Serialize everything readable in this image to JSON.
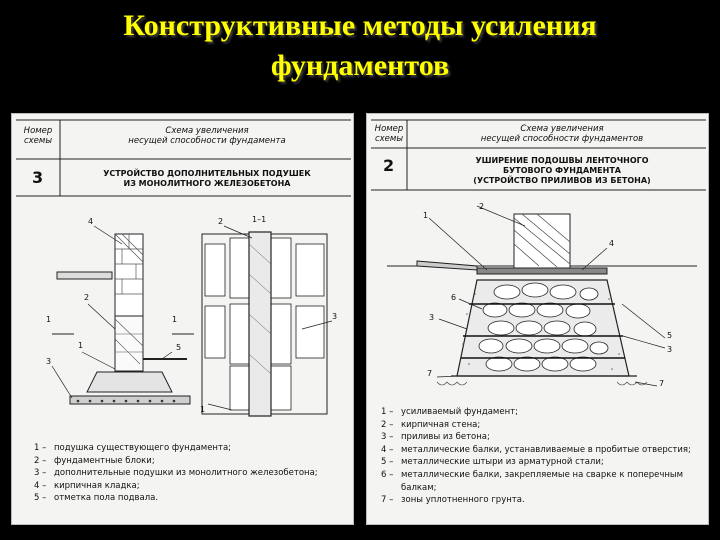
{
  "slide": {
    "title_line1": "Конструктивные методы усиления",
    "title_line2": "фундаментов"
  },
  "left_panel": {
    "header_num": "Номер\nсхемы",
    "header_desc": "Схема увеличения\nнесущей способности фундамента",
    "scheme_number": "3",
    "scheme_title": "УСТРОЙСТВО ДОПОЛНИТЕЛЬНЫХ ПОДУШЕК\nИЗ МОНОЛИТНОГО ЖЕЛЕЗОБЕТОНА",
    "section_label": "1–1",
    "callouts": [
      "4",
      "2",
      "1",
      "1",
      "5",
      "1",
      "3",
      "2",
      "3",
      "1"
    ],
    "legend": [
      {
        "num": "1 –",
        "text": "подушка существующего фундамента;"
      },
      {
        "num": "2 –",
        "text": "фундаментные блоки;"
      },
      {
        "num": "3 –",
        "text": "дополнительные подушки из монолитного железобетона;"
      },
      {
        "num": "4 –",
        "text": "кирпичная кладка;"
      },
      {
        "num": "5 –",
        "text": "отметка пола подвала."
      }
    ]
  },
  "right_panel": {
    "header_num": "Номер\nсхемы",
    "header_desc": "Схема увеличения\nнесущей способности фундаментов",
    "scheme_number": "2",
    "scheme_title": "УШИРЕНИЕ ПОДОШВЫ ЛЕНТОЧНОГО\nБУТОВОГО ФУНДАМЕНТА\n(УСТРОЙСТВО ПРИЛИВОВ ИЗ БЕТОНА)",
    "callouts": [
      "2",
      "1",
      "4",
      "6",
      "3",
      "5",
      "3",
      "7",
      "7"
    ],
    "legend": [
      {
        "num": "1 –",
        "text": "усиливаемый фундамент;"
      },
      {
        "num": "2 –",
        "text": "кирпичная стена;"
      },
      {
        "num": "3 –",
        "text": "приливы из бетона;"
      },
      {
        "num": "4 –",
        "text": "металлические балки, устанавливаемые в пробитые отверстия;"
      },
      {
        "num": "5 –",
        "text": "металлические штыри из арматурной стали;"
      },
      {
        "num": "6 –",
        "text": "металлические балки, закрепляемые на сварке к поперечным балкам;"
      },
      {
        "num": "7 –",
        "text": "зоны уплотненного грунта."
      }
    ]
  }
}
